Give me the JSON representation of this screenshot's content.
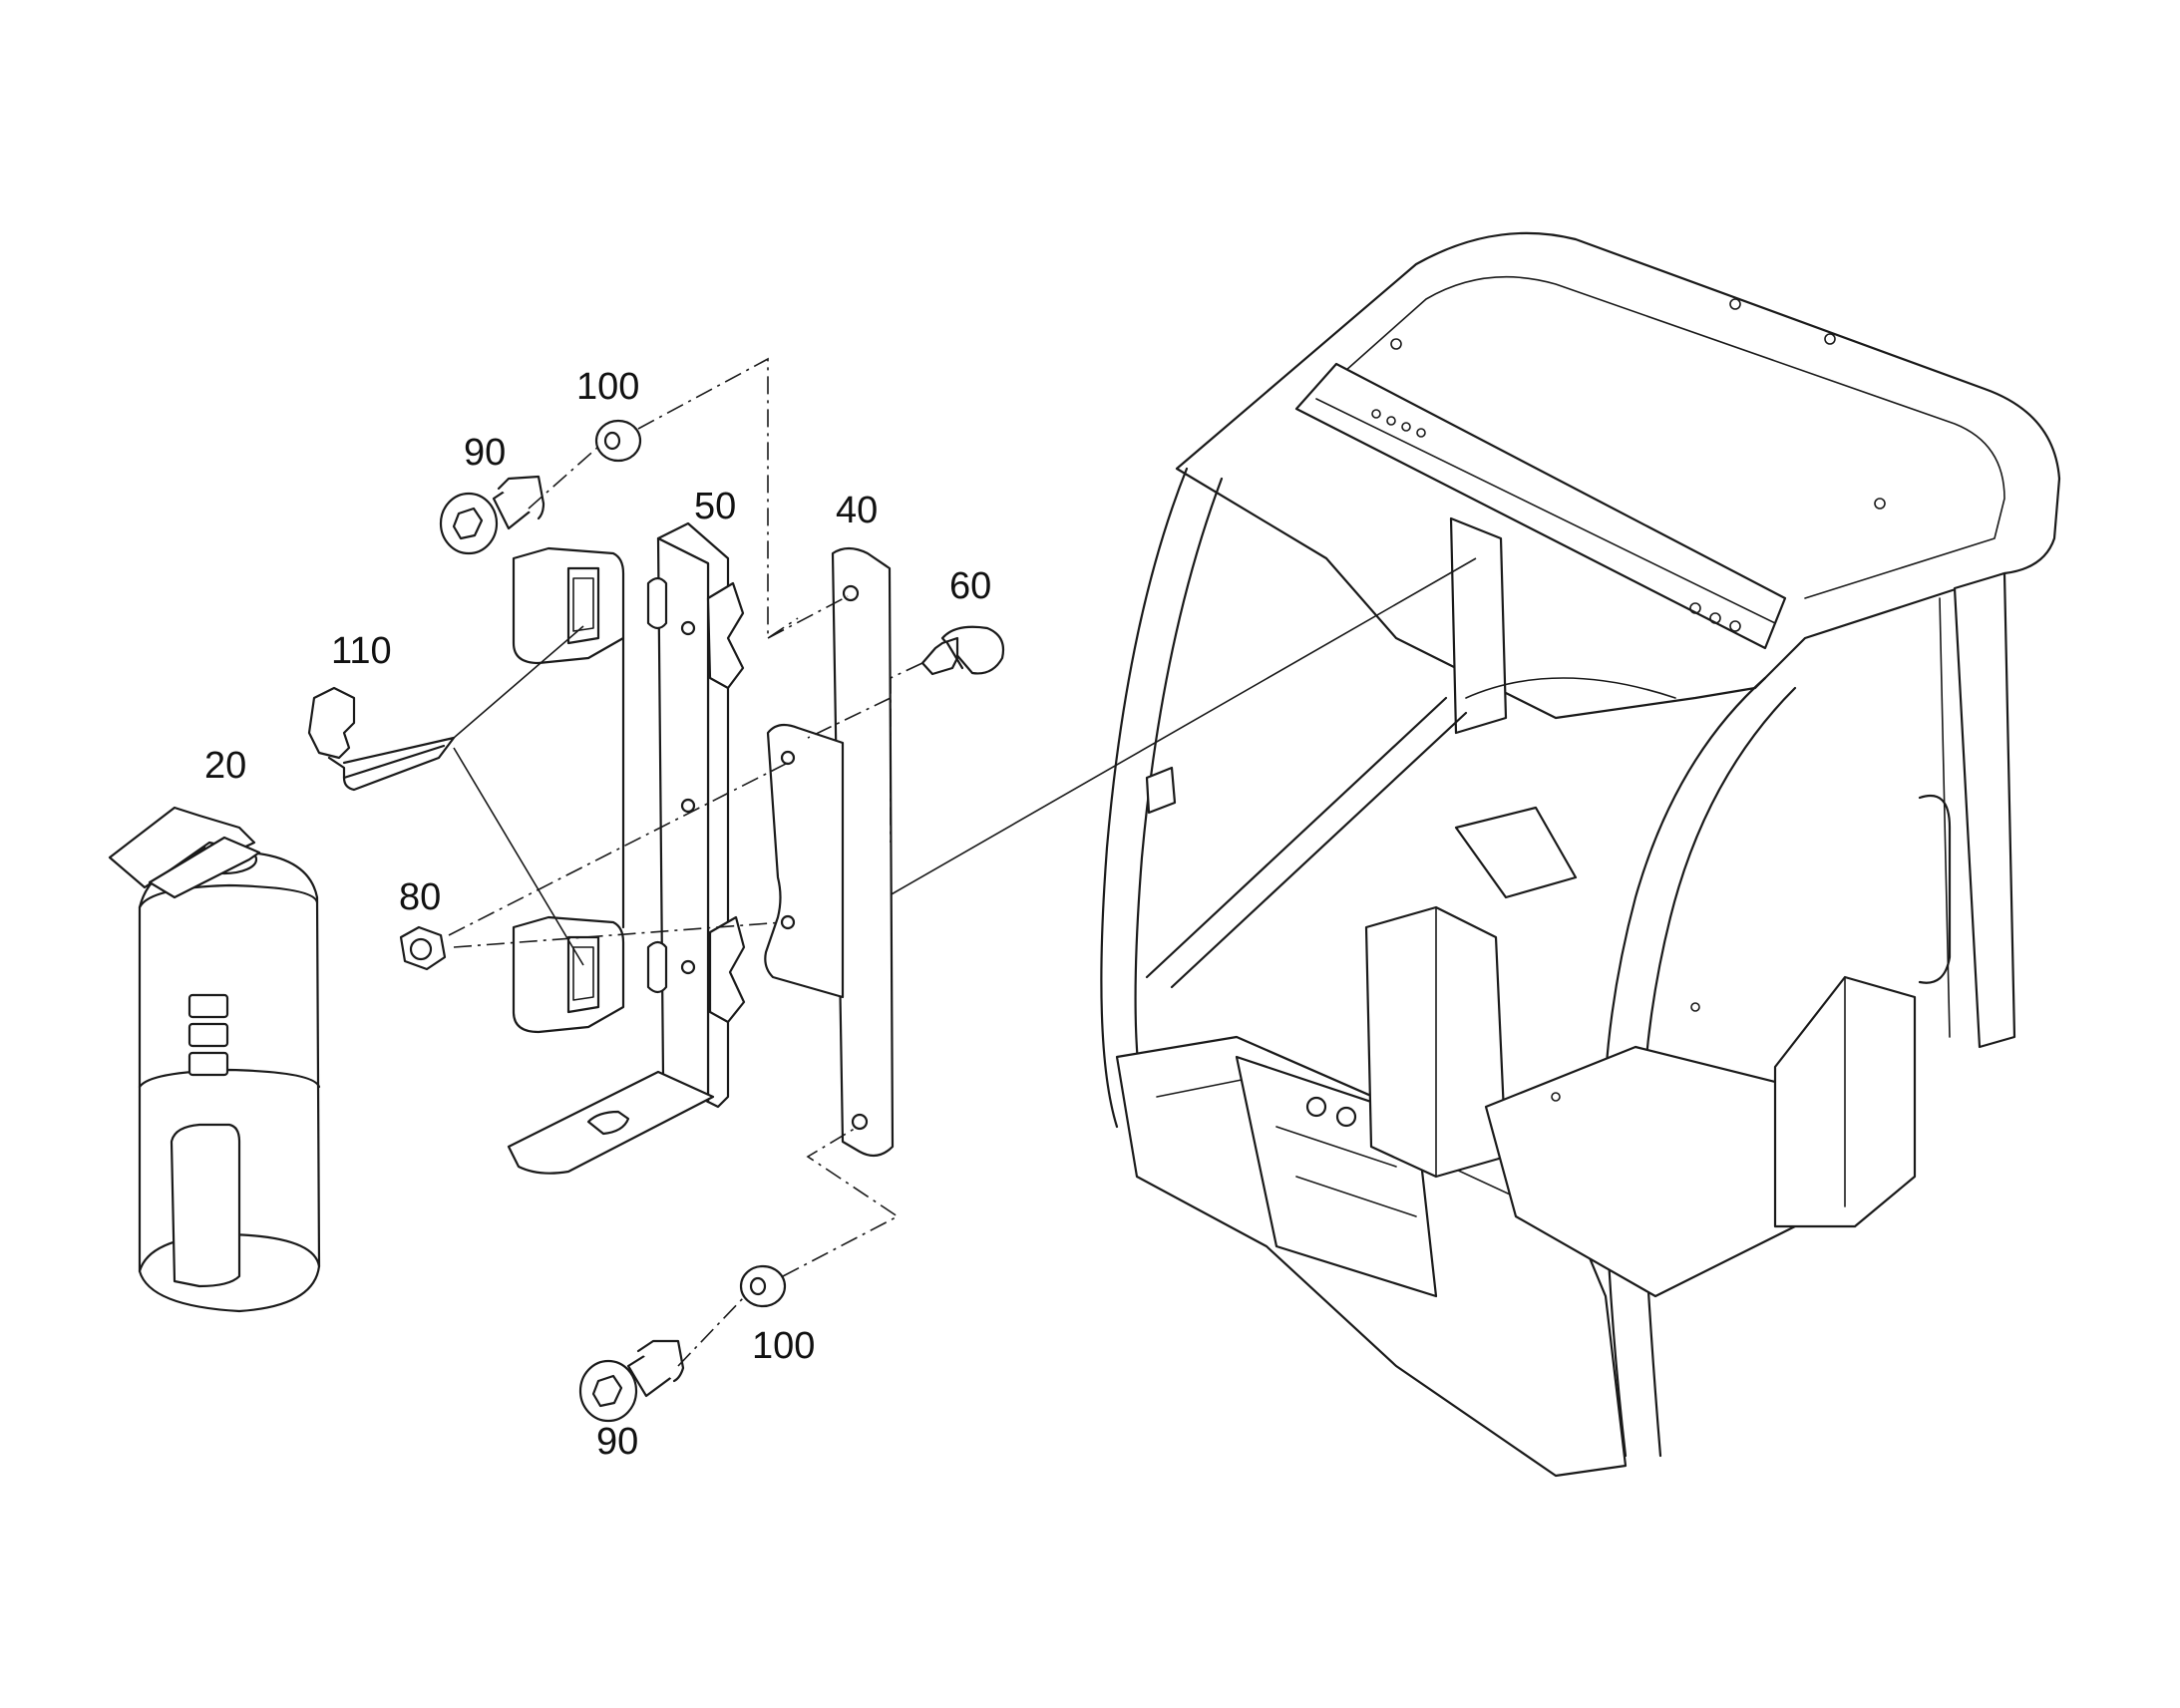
{
  "callouts": {
    "c20": "20",
    "c40": "40",
    "c50": "50",
    "c60": "60",
    "c80": "80",
    "c90_top": "90",
    "c90_bottom": "90",
    "c100_top": "100",
    "c100_bottom": "100",
    "c110": "110"
  },
  "colors": {
    "line": "#1a1a1a",
    "background": "#ffffff"
  }
}
